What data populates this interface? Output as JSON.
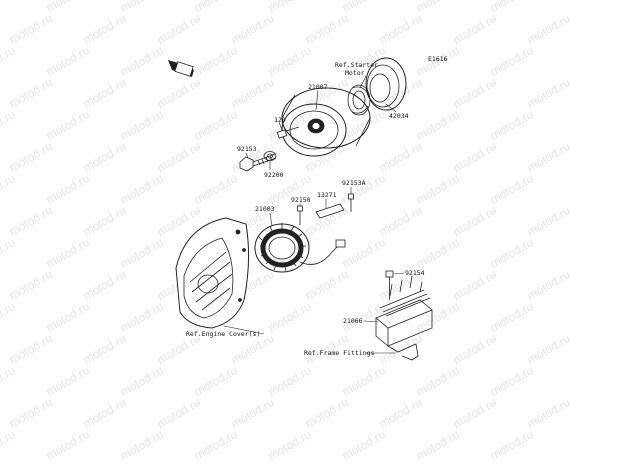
{
  "watermark_text": "motod.ru",
  "figure_code": "E1616",
  "labels": {
    "ref_starter_motor_line1": "Ref.Starter",
    "ref_starter_motor_line2": "Motor",
    "p21007": "21007",
    "p42034": "42034",
    "p120": "120",
    "p92153": "92153",
    "p92200": "92200",
    "p92153A": "92153A",
    "p13271": "13271",
    "p92150": "92150",
    "p21003": "21003",
    "p92154": "92154",
    "p21066": "21066",
    "ref_engine_cover": "Ref.Engine Cover(s)",
    "ref_frame_fittings": "Ref.Frame Fittings"
  },
  "colors": {
    "line": "#222222",
    "watermark": "#e4e4e4",
    "background": "#ffffff"
  }
}
